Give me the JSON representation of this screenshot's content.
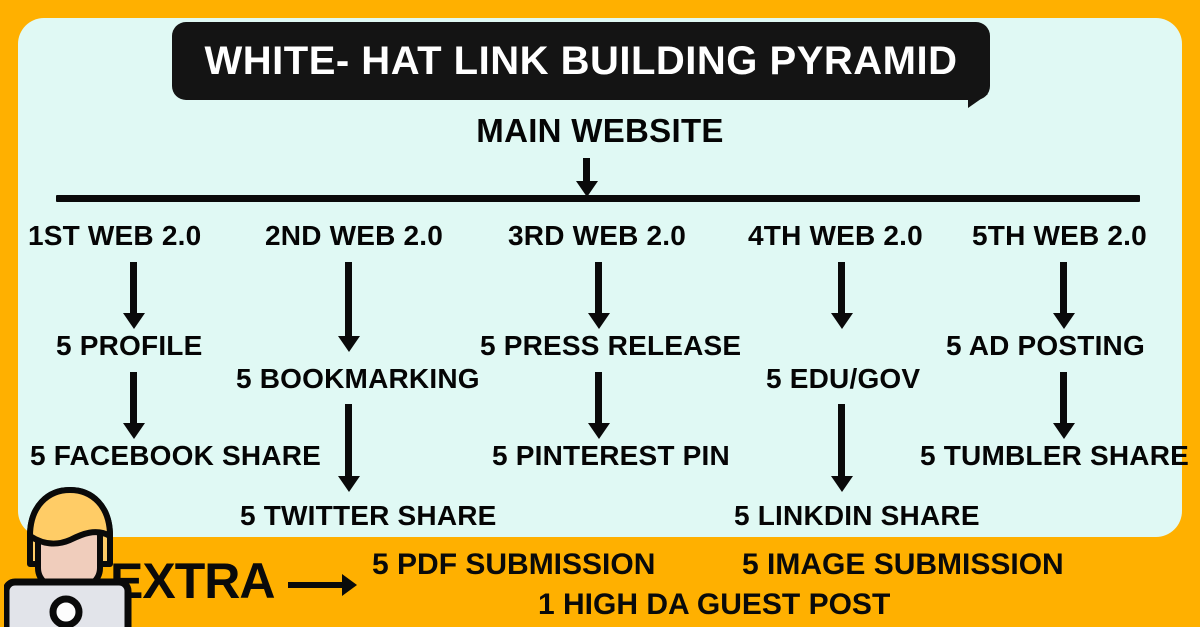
{
  "colors": {
    "border_orange": "#FFB000",
    "panel_mint": "#E0F9F4",
    "title_bg": "#141414",
    "title_text": "#FFFFFF",
    "ink": "#0A0A0A",
    "hair": "#FFCC66",
    "skin": "#F0CDBC",
    "laptop": "#E2E4EA"
  },
  "header": {
    "title": "WHITE- HAT LINK BUILDING PYRAMID"
  },
  "root": {
    "label": "MAIN WEBSITE"
  },
  "branches": [
    {
      "tier1": "1ST WEB 2.0",
      "tier2": "5 PROFILE",
      "tier3": "5 FACEBOOK SHARE"
    },
    {
      "tier1": "2ND WEB 2.0",
      "tier2": "5 BOOKMARKING",
      "tier3": "5 TWITTER SHARE"
    },
    {
      "tier1": "3RD WEB 2.0",
      "tier2": "5 PRESS RELEASE",
      "tier3": "5 PINTEREST PIN"
    },
    {
      "tier1": "4TH WEB 2.0",
      "tier2": "5 EDU/GOV",
      "tier3": "5 LINKDIN SHARE"
    },
    {
      "tier1": "5TH WEB 2.0",
      "tier2": "5 AD POSTING",
      "tier3": "5 TUMBLER SHARE"
    }
  ],
  "extra": {
    "label": "EXTRA",
    "items": [
      "5 PDF SUBMISSION",
      "5 IMAGE SUBMISSION",
      "1 HIGH DA GUEST POST"
    ]
  }
}
